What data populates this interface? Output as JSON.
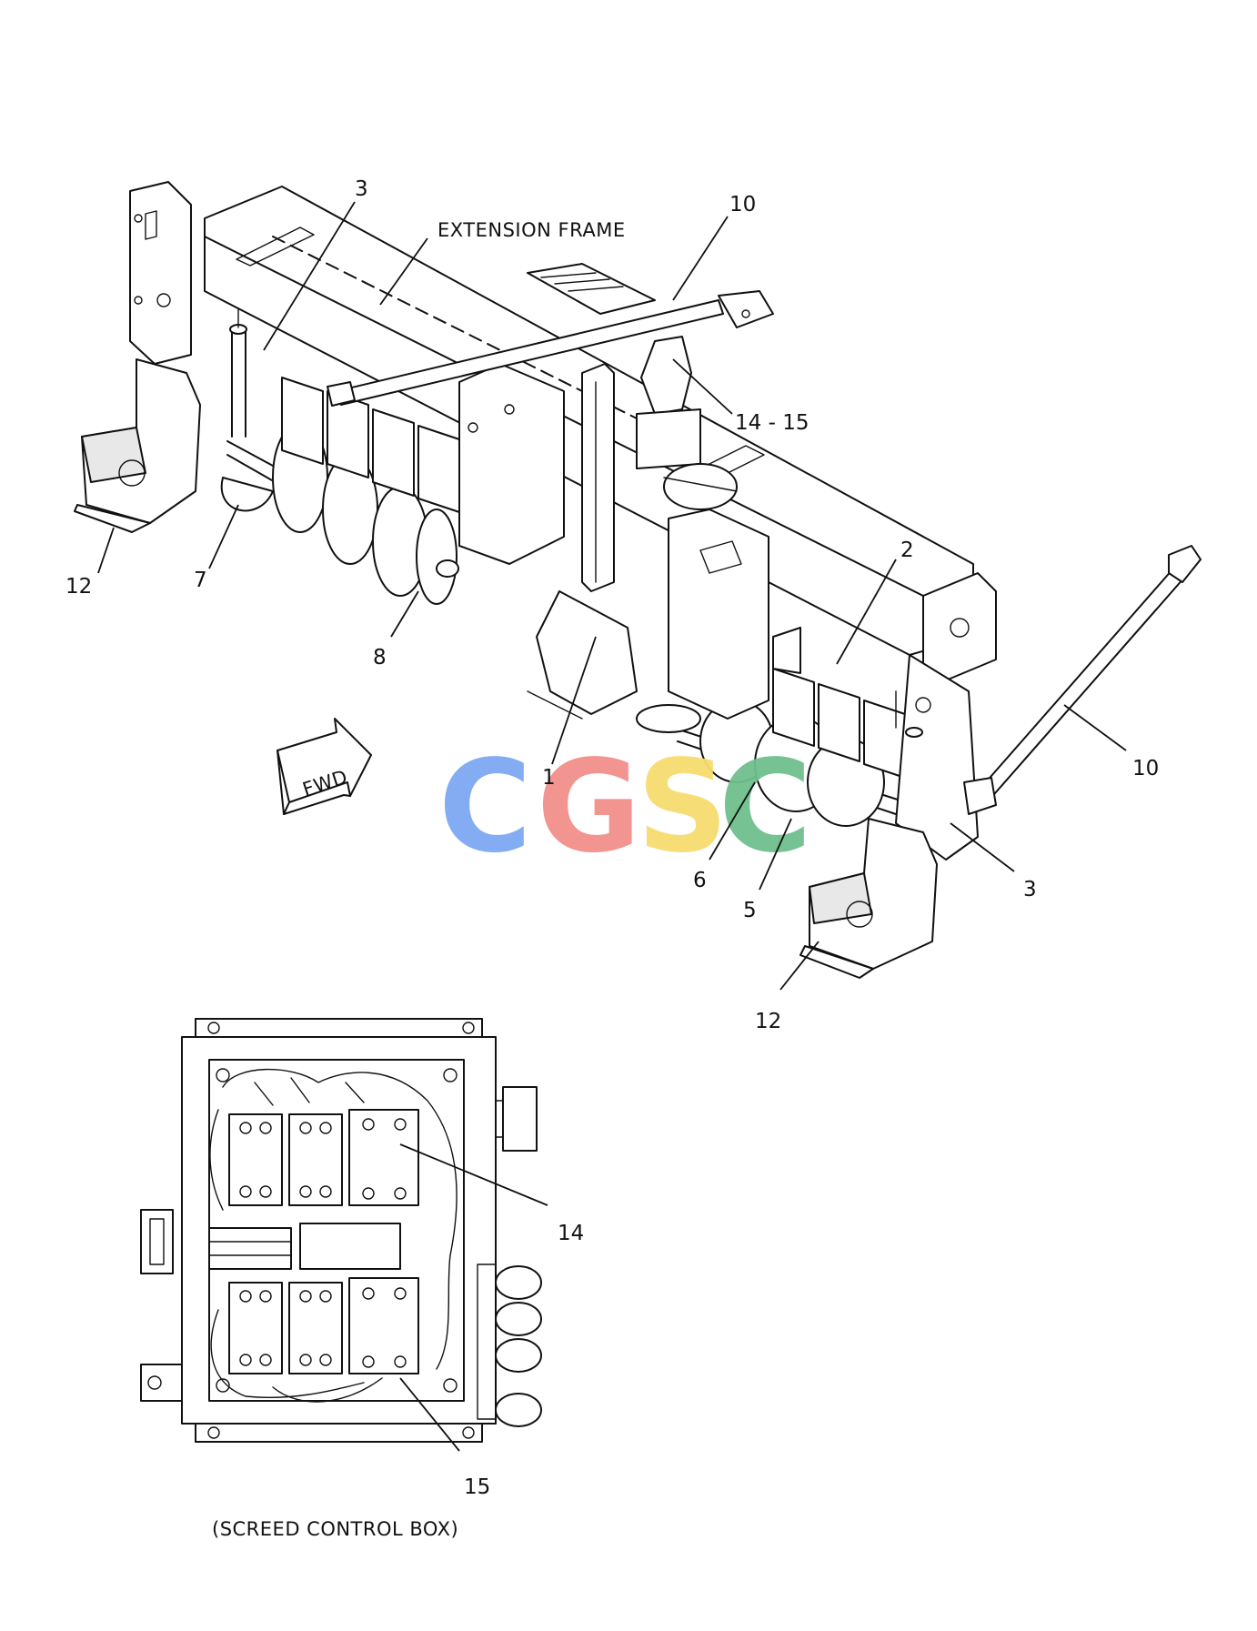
{
  "annotations": {
    "extension_frame": "EXTENSION FRAME",
    "fwd": "FWD",
    "control_box": "(SCREED CONTROL BOX)"
  },
  "callouts": {
    "c3_top": "3",
    "c10_top": "10",
    "c14_15": "14 - 15",
    "c12_left": "12",
    "c7": "7",
    "c8": "8",
    "c2": "2",
    "c10_right": "10",
    "c1": "1",
    "c3_right": "3",
    "c6": "6",
    "c5": "5",
    "c12_bottom": "12",
    "c14": "14",
    "c15": "15"
  },
  "watermark": {
    "letters": [
      "C",
      "G",
      "S",
      "C"
    ],
    "colors": [
      "#7ea8f2",
      "#f28f8a",
      "#f7dc6f",
      "#6fbf8e"
    ]
  }
}
